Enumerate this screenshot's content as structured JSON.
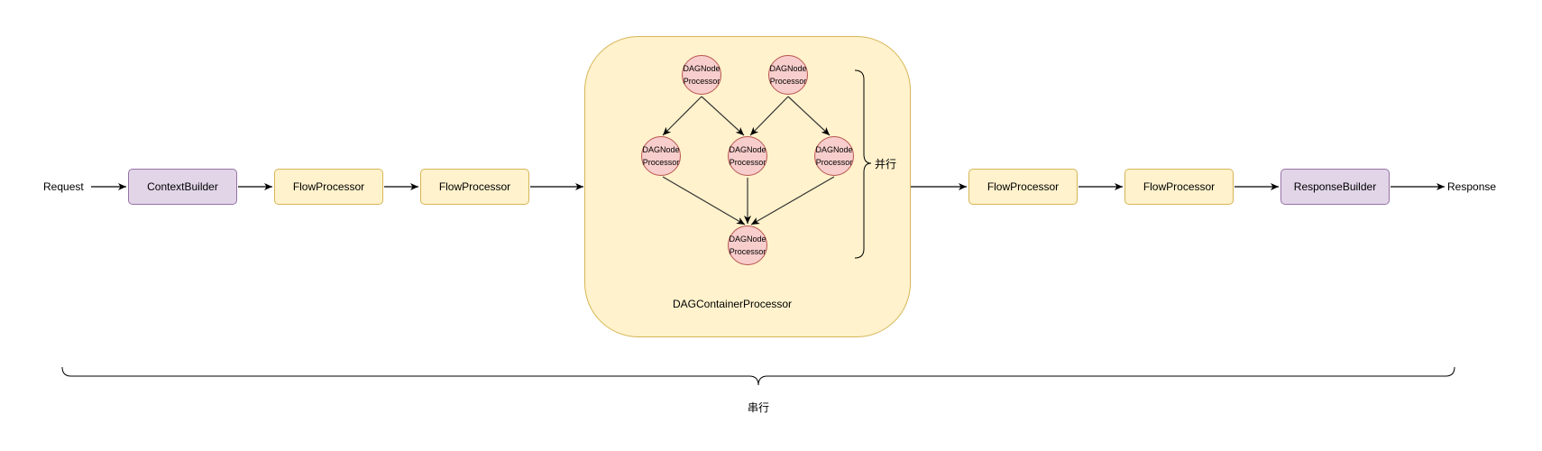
{
  "pipeline": {
    "request_label": "Request",
    "response_label": "Response",
    "context_builder": "ContextBuilder",
    "flow_processor_1": "FlowProcessor",
    "flow_processor_2": "FlowProcessor",
    "flow_processor_3": "FlowProcessor",
    "flow_processor_4": "FlowProcessor",
    "response_builder": "ResponseBuilder"
  },
  "dag_container": {
    "label": "DAGContainerProcessor",
    "parallel_label": "并行",
    "nodes": [
      {
        "line1": "DAGNode",
        "line2": "Processor"
      },
      {
        "line1": "DAGNode",
        "line2": "Processor"
      },
      {
        "line1": "DAGNode",
        "line2": "Processor"
      },
      {
        "line1": "DAGNode",
        "line2": "Processor"
      },
      {
        "line1": "DAGNode",
        "line2": "Processor"
      },
      {
        "line1": "DAGNode",
        "line2": "Processor"
      }
    ]
  },
  "serial_label": "串行",
  "colors": {
    "flow_fill": "#fff2cc",
    "flow_stroke": "#d6b656",
    "builder_fill": "#e1d5e7",
    "builder_stroke": "#9673a6",
    "node_fill": "#f8cecc",
    "node_stroke": "#b85450"
  }
}
